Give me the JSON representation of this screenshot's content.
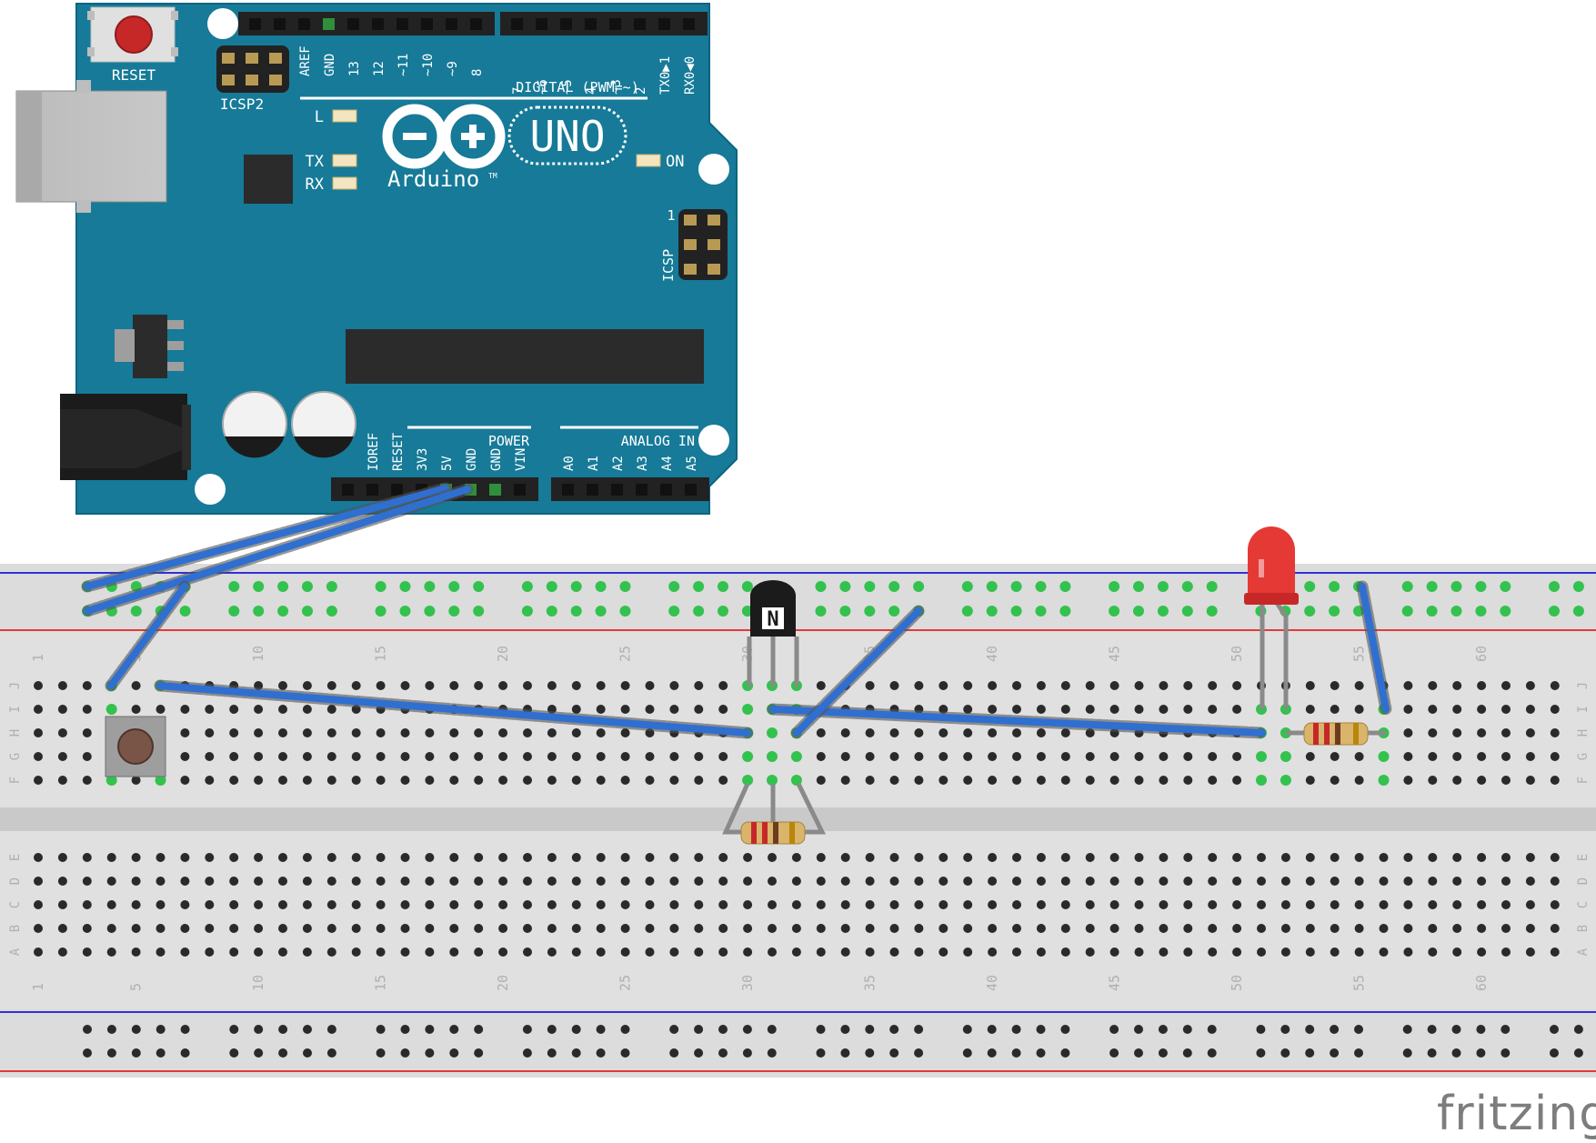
{
  "brand": "fritzing",
  "colors": {
    "board": "#167a98",
    "board_edge": "#0e6480",
    "wire": "#2f6fd0",
    "breadboard": "#dedede",
    "rail_red": "#e53935",
    "rail_blue": "#3030d8",
    "led": "#e53935",
    "hole_active": "#33c24d"
  },
  "arduino": {
    "reset_label": "RESET",
    "icsp2_label": "ICSP2",
    "icsp_label": "ICSP",
    "icsp_pin1": "1",
    "led_labels": [
      "L",
      "TX",
      "RX"
    ],
    "on_label": "ON",
    "logo_text": "Arduino",
    "tm": "TM",
    "uno_label": "UNO",
    "digital_label": "DIGITAL (PWM=~)",
    "top_pins": [
      "AREF",
      "GND",
      "13",
      "12",
      "~11",
      "~10",
      "~9",
      "8"
    ],
    "top_pins2": [
      "7",
      "~6",
      "~5",
      "4",
      "~3",
      "2",
      "TX0▶1",
      "RX0◀0"
    ],
    "power_label": "POWER",
    "analog_label": "ANALOG IN",
    "power_pins": [
      "IOREF",
      "RESET",
      "3V3",
      "5V",
      "GND",
      "GND",
      "VIN"
    ],
    "analog_pins": [
      "A0",
      "A1",
      "A2",
      "A3",
      "A4",
      "A5"
    ]
  },
  "breadboard": {
    "columns": 63,
    "column_labels": [
      "1",
      "5",
      "10",
      "15",
      "20",
      "25",
      "30",
      "35",
      "40",
      "45",
      "50",
      "55",
      "60"
    ],
    "row_labels_top": [
      "J",
      "I",
      "H",
      "G",
      "F"
    ],
    "row_labels_bottom": [
      "E",
      "D",
      "C",
      "B",
      "A"
    ]
  },
  "components": {
    "transistor_letter": "N",
    "pushbutton": "pushbutton",
    "led": "red LED",
    "resistors": 2
  }
}
